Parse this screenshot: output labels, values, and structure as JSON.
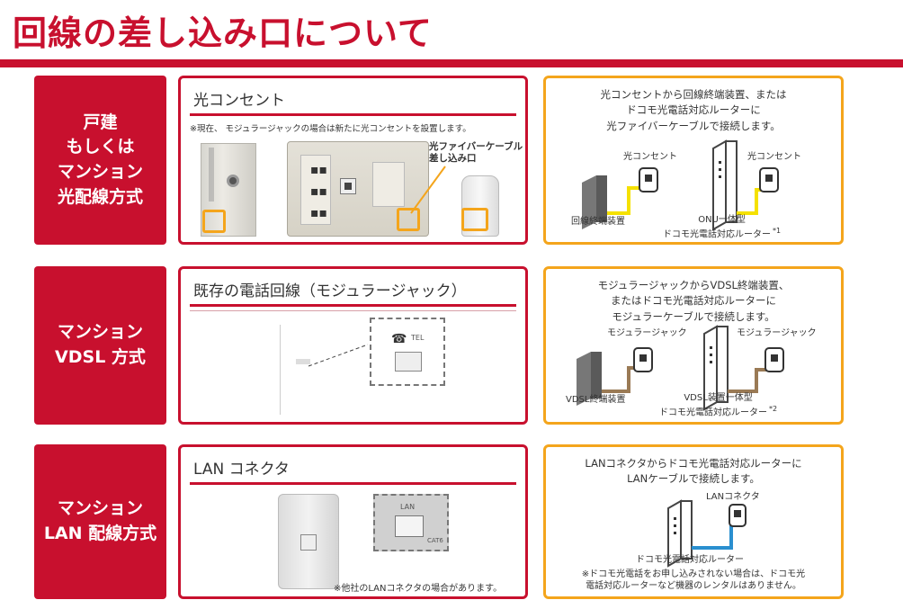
{
  "title": "回線の差し込み口について",
  "colors": {
    "brand_red": "#c8102e",
    "accent_orange": "#f4a51c",
    "cable_yellow": "#f5e100",
    "cable_brown": "#9a7a55",
    "cable_blue": "#2a8fcf"
  },
  "rows": [
    {
      "label": "戸建\nもしくは\nマンション\n光配線方式",
      "heading": "光コンセント",
      "note": "※現在、 モジュラージャックの場合は新たに光コンセントを設置します。",
      "callout": "光ファイバーケーブル\n差し込み口",
      "description": "光コンセントから回線終端装置、または\nドコモ光電話対応ルーターに\n光ファイバーケーブルで接続します。",
      "left_outlet_label": "光コンセント",
      "right_outlet_label": "光コンセント",
      "left_device_label": "回線終端装置",
      "right_device_label": "ONU一体型\nドコモ光電話対応ルーター",
      "right_device_sup": "*1"
    },
    {
      "label": "マンション\nVDSL 方式",
      "heading": "既存の電話回線（モジュラージャック）",
      "jack_label": "TEL",
      "description": "モジュラージャックからVDSL終端装置、\nまたはドコモ光電話対応ルーターに\nモジュラーケーブルで接続します。",
      "left_outlet_label": "モジュラージャック",
      "right_outlet_label": "モジュラージャック",
      "left_device_label": "VDSL終端装置",
      "right_device_label": "VDSL装置一体型\nドコモ光電話対応ルーター",
      "right_device_sup": "*2"
    },
    {
      "label": "マンション\nLAN 配線方式",
      "heading": "LAN コネクタ",
      "port_label": "LAN",
      "port_sub": "CAT6",
      "note": "※他社のLANコネクタの場合があります。",
      "description": "LANコネクタからドコモ光電話対応ルーターに\nLANケーブルで接続します。",
      "outlet_label": "LANコネクタ",
      "device_label": "ドコモ光電話対応ルーター",
      "footnote": "※ドコモ光電話をお申し込みされない場合は、ドコモ光\n電話対応ルーターなど機器のレンタルはありません。"
    }
  ]
}
